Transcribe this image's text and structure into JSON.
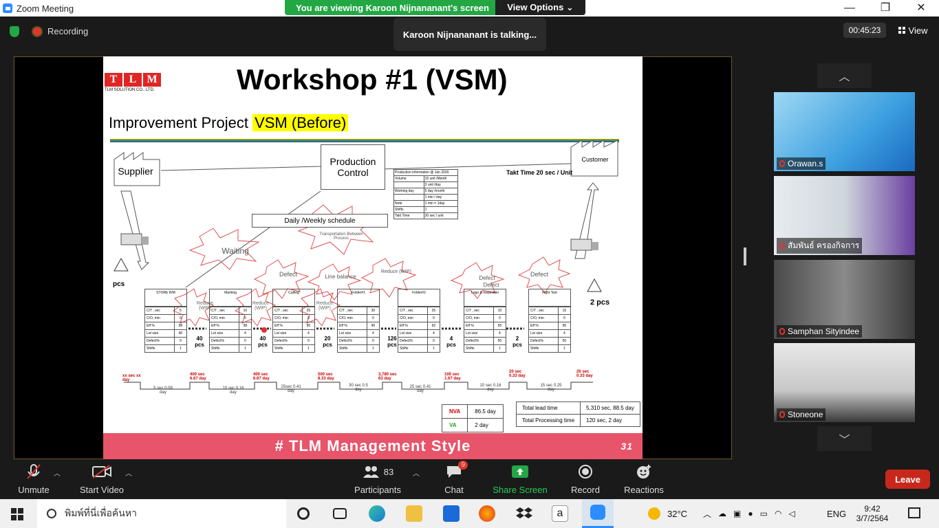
{
  "window": {
    "title": "Zoom Meeting",
    "viewing_text": "You are viewing Karoon Nijnananant's screen",
    "view_options": "View Options ⌄",
    "minimize": "—",
    "maximize": "❐",
    "close": "✕"
  },
  "meeting": {
    "recording": "Recording",
    "talking": "Karoon Nijnananant is talking...",
    "timer": "00:45:23",
    "view": "View"
  },
  "slide": {
    "logo_letters": [
      "T",
      "L",
      "M"
    ],
    "logo_company": "TLM SOLUTION CO., LTD.",
    "title": "Workshop #1 (VSM)",
    "subtitle_prefix": "Improvement Project ",
    "subtitle_highlight": "VSM (Before)",
    "supplier": "Supplier",
    "production_control": "Production Control",
    "customer": "Customer",
    "takt": "Takt Time 20 sec / Unit",
    "schedule": "Daily /Weekly schedule",
    "prod_info_title": "Production information  @ Jan 2020",
    "prod_info": [
      [
        "Volume",
        "15 unit /Month"
      ],
      [
        "",
        "3 unit /day"
      ],
      [
        "Working day",
        "5 day /month"
      ],
      [
        "",
        "1 min / day"
      ],
      [
        "Note",
        "1 min = 1day"
      ],
      [
        "Shifts",
        "1"
      ],
      [
        "Takt Time",
        "20 sec / unit"
      ]
    ],
    "bursts": {
      "waiting": "Waiting",
      "transport": "Transportation Between Process",
      "defect1": "Defect",
      "line_balance": "Line balance",
      "reduce_wip": "Reduce (WIP)",
      "defect2": "Defect",
      "defect3": "Defect",
      "defect4": "Defect"
    },
    "inv_left": "pcs",
    "inv_right": "2 pcs",
    "processes": [
      {
        "name": "STORE R/M",
        "rows": [
          [
            "C/T , sec",
            "5"
          ],
          [
            "C/O, min",
            "0"
          ],
          [
            "Eff %",
            "98"
          ],
          [
            "Lot size",
            "40"
          ],
          [
            "Defect%",
            "0"
          ],
          [
            "Shifts",
            "1"
          ]
        ]
      },
      {
        "name": "Marking",
        "rows": [
          [
            "C/T , sec",
            "10"
          ],
          [
            "C/O, min",
            "0"
          ],
          [
            "Eff %",
            "98"
          ],
          [
            "Lot size",
            "4"
          ],
          [
            "Defect%",
            "0"
          ],
          [
            "Shifts",
            "1"
          ]
        ]
      },
      {
        "name": "Cutting",
        "rows": [
          [
            "C/T , sec",
            "25"
          ],
          [
            "C/O, min",
            "0"
          ],
          [
            "Eff %",
            "90"
          ],
          [
            "Lot size",
            "4"
          ],
          [
            "Defect%",
            "0"
          ],
          [
            "Shifts",
            "1"
          ]
        ]
      },
      {
        "name": "Folder#1",
        "rows": [
          [
            "C/T , sec",
            "30"
          ],
          [
            "C/O, min",
            "0"
          ],
          [
            "Eff %",
            "90"
          ],
          [
            "Lot size",
            "4"
          ],
          [
            "Defect%",
            "0"
          ],
          [
            "Shifts",
            "1"
          ]
        ]
      },
      {
        "name": "Folder#2",
        "rows": [
          [
            "C/T , sec",
            "25"
          ],
          [
            "C/O, min",
            "0"
          ],
          [
            "Eff %",
            "92"
          ],
          [
            "Lot size",
            "4"
          ],
          [
            "Defect%",
            "0"
          ],
          [
            "Shifts",
            "1"
          ]
        ]
      },
      {
        "name": "Logo & Inspection",
        "rows": [
          [
            "C/T , sec",
            "10"
          ],
          [
            "C/O, min",
            "0"
          ],
          [
            "Eff %",
            "55"
          ],
          [
            "Lot size",
            "4"
          ],
          [
            "Defect%",
            "50"
          ],
          [
            "Shifts",
            "1"
          ]
        ]
      },
      {
        "name": "Fight Test",
        "rows": [
          [
            "C/T , sec",
            "15"
          ],
          [
            "C/O, min",
            "0"
          ],
          [
            "Eff %",
            "95"
          ],
          [
            "Lot size",
            "4"
          ],
          [
            "Defect%",
            "50"
          ],
          [
            "Shifts",
            "1"
          ]
        ]
      }
    ],
    "inventories": [
      "40 pcs",
      "40 pcs",
      "20 pcs",
      "126 pcs",
      "4 pcs",
      "2 pcs"
    ],
    "reduce_labels": [
      "Reduce (WIP)",
      "Reduce (WIP)",
      "Reduce (WIP)"
    ],
    "timeline_top": [
      "xx sec xx day",
      "400 sec 6.67 day",
      "400 sec 6.67 day",
      "500 sec 8.33 day",
      "3,780 sec 63 day",
      "100 sec 1.67 day",
      "20 sec 0.33 day",
      "20 sec 0.33 day"
    ],
    "timeline_bottom": [
      "5 sec 0.08 day",
      "10 sec 0.16 day",
      "25sec 0.41 day",
      "30 sec 0.5 day",
      "25 sec 0.41 day",
      "10 sec 0.16 day",
      "15 sec 0.25 day"
    ],
    "nva_label": "NVA",
    "nva_value": "86.5 day",
    "va_label": "VA",
    "va_value": "2 day",
    "total_lead_label": "Total lead time",
    "total_lead_value": "5,310 sec, 88.5 day",
    "total_proc_label": "Total Processing time",
    "total_proc_value": "120 sec, 2 day",
    "footer": "# TLM Management Style",
    "page": "31"
  },
  "participants": [
    {
      "name": "Orawan.s"
    },
    {
      "name": "สัมพันธ์ ครองกิจการ"
    },
    {
      "name": "Samphan Sityindee"
    },
    {
      "name": "Stoneone"
    }
  ],
  "toolbar": {
    "unmute": "Unmute",
    "start_video": "Start Video",
    "participants_count": "83",
    "participants": "Participants",
    "chat": "Chat",
    "chat_badge": "9",
    "share": "Share Screen",
    "record": "Record",
    "reactions": "Reactions",
    "leave": "Leave"
  },
  "taskbar": {
    "search_placeholder": "พิมพ์ที่นี่เพื่อค้นหา",
    "temp": "32°C",
    "lang": "ENG",
    "time": "9:42",
    "date": "3/7/2564"
  },
  "colors": {
    "zoom_green": "#23a744",
    "leave_red": "#c8281c",
    "share_green": "#23a744",
    "footer_pink": "#e8546a"
  }
}
